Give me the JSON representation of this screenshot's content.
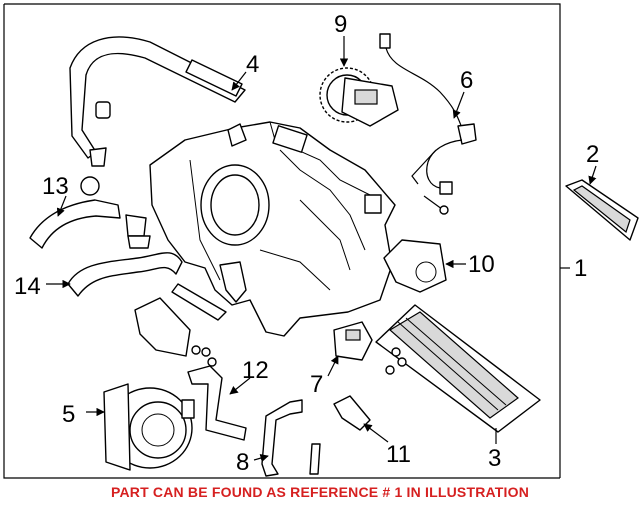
{
  "callouts": {
    "n1": "1",
    "n2": "2",
    "n3": "3",
    "n4": "4",
    "n5": "5",
    "n6": "6",
    "n7": "7",
    "n8": "8",
    "n9": "9",
    "n10": "10",
    "n11": "11",
    "n12": "12",
    "n13": "13",
    "n14": "14"
  },
  "footer": {
    "text": "PART CAN BE FOUND AS REFERENCE # 1 IN ILLUSTRATION",
    "color": "#d62020"
  }
}
